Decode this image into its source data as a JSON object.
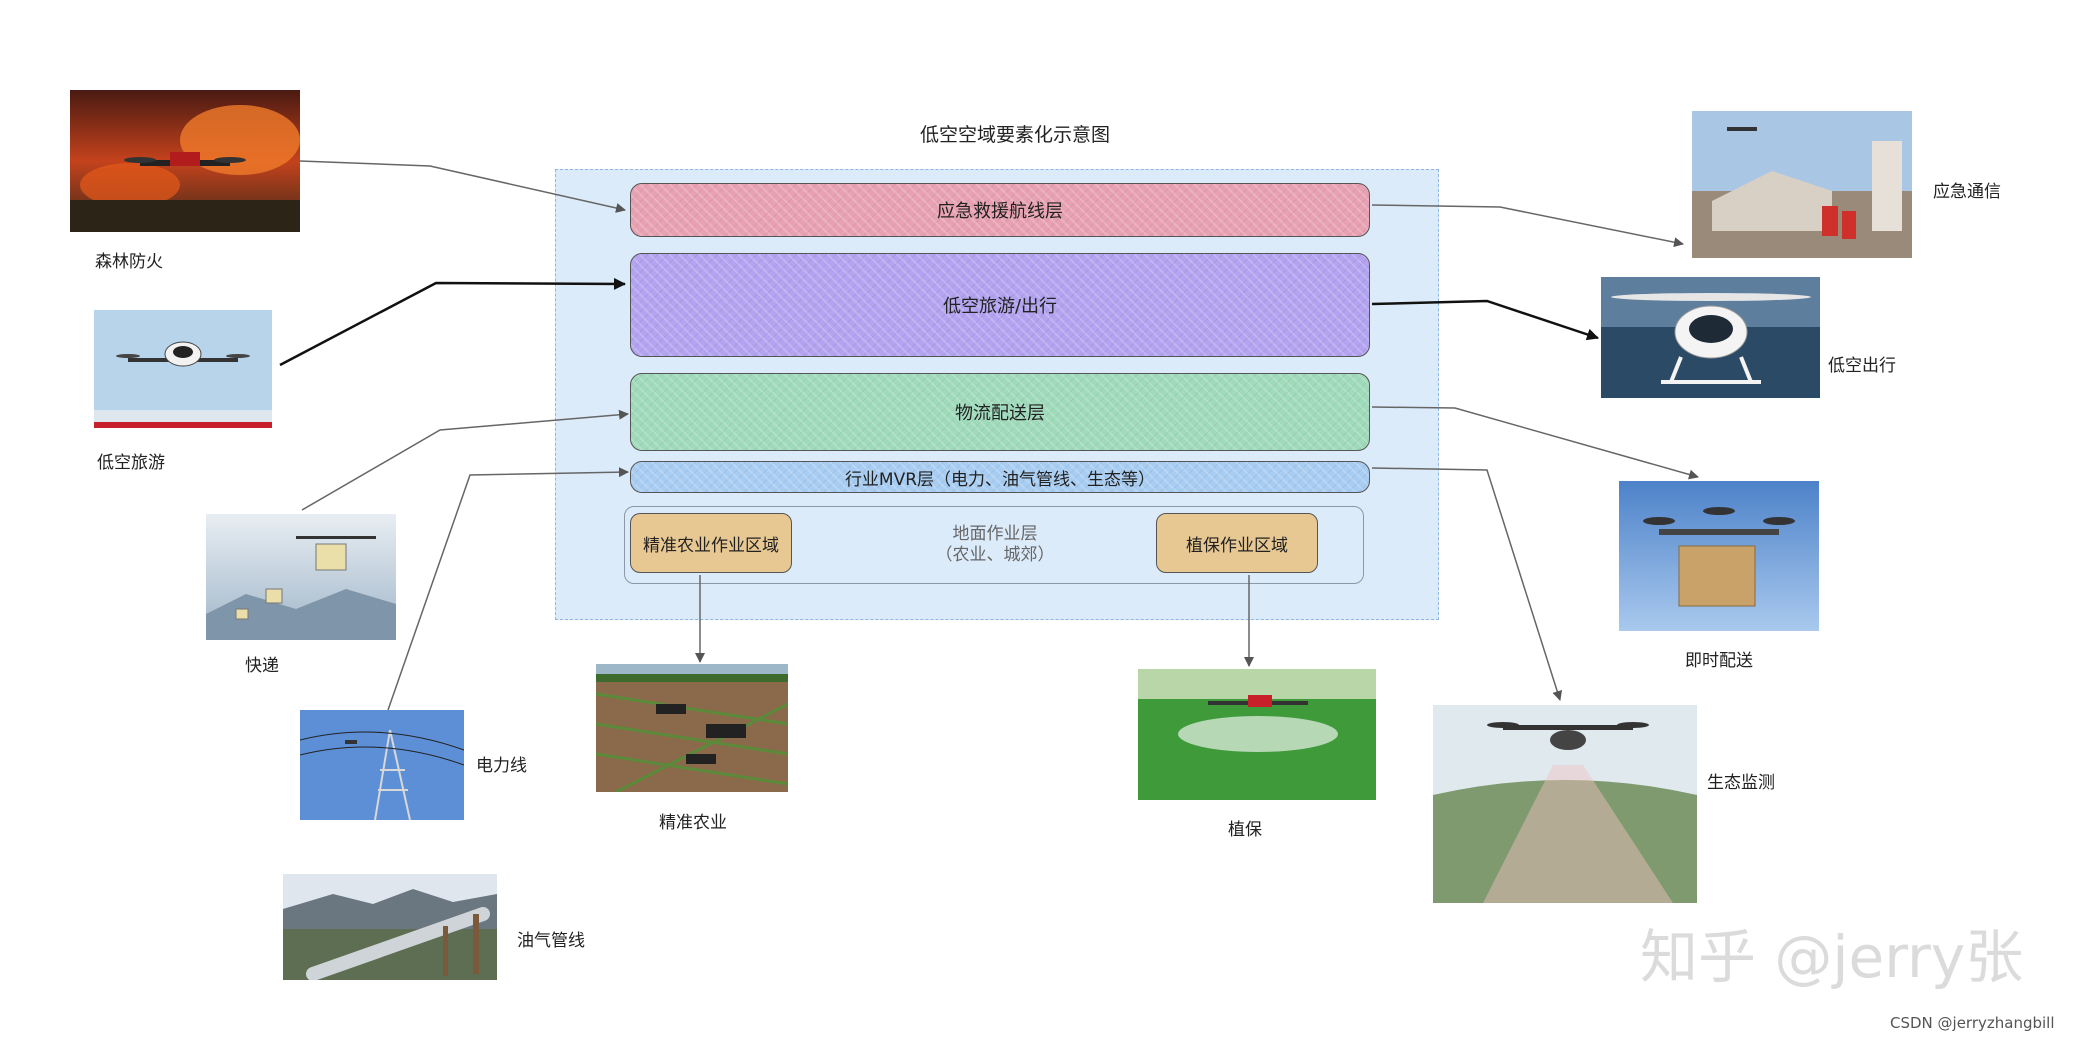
{
  "diagram": {
    "title": "低空空域要素化示意图",
    "layers": {
      "rescue": "应急救援航线层",
      "tourism": "低空旅游/出行",
      "logistics": "物流配送层",
      "mvr": "行业MVR层（电力、油气管线、生态等）"
    },
    "ground": {
      "label_line1": "地面作业层",
      "label_line2": "（农业、城郊）",
      "zone_agri": "精准农业作业区域",
      "zone_plant": "植保作业区域"
    }
  },
  "photos": {
    "forest_fire": "森林防火",
    "low_tour": "低空旅游",
    "express": "快递",
    "power_line": "电力线",
    "oil_pipeline": "油气管线",
    "precision_agri": "精准农业",
    "plant_protect": "植保",
    "emergency_comm": "应急通信",
    "low_travel": "低空出行",
    "instant_delivery": "即时配送",
    "eco_monitor": "生态监测"
  },
  "watermark": "知乎 @jerry张",
  "credit": "CSDN @jerryzhangbill",
  "colors": {
    "rescue": "#e8a1b2",
    "tourism": "#b3a3f0",
    "logistics": "#9fdbbb",
    "mvr": "#a8cdf2",
    "zone": "#e7c893",
    "container": "#dcebfa"
  }
}
